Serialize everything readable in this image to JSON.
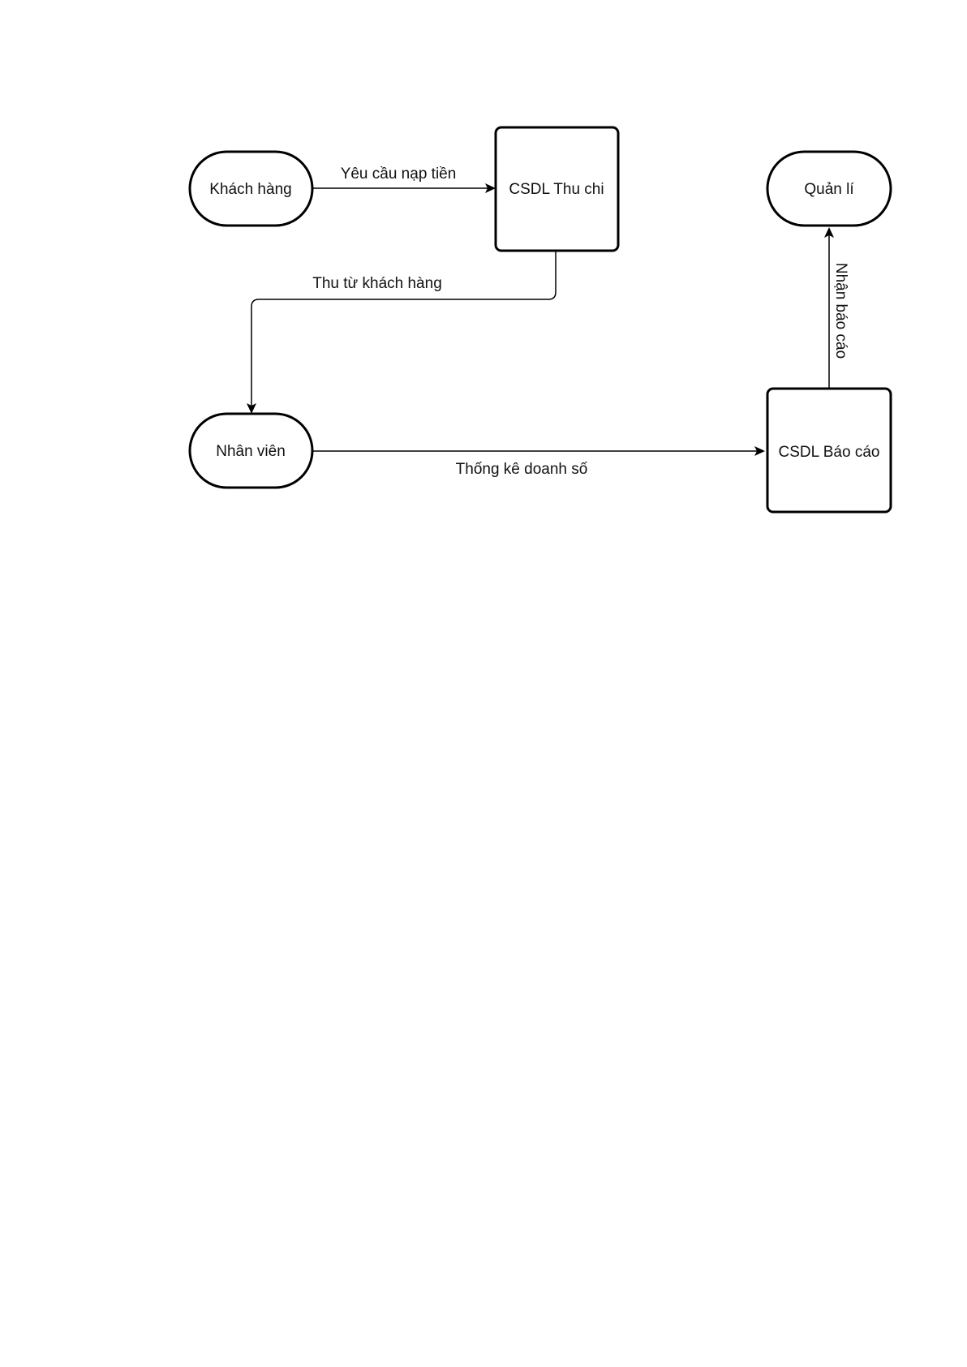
{
  "diagram": {
    "title": "",
    "nodes": {
      "khach_hang": {
        "label": "Khách hàng",
        "shape": "terminator"
      },
      "csdl_thu_chi": {
        "label": "CSDL Thu chi",
        "shape": "rounded-rect"
      },
      "quan_li": {
        "label": "Quản lí",
        "shape": "terminator"
      },
      "nhan_vien": {
        "label": "Nhân viên",
        "shape": "terminator"
      },
      "csdl_bao_cao": {
        "label": "CSDL Báo cáo",
        "shape": "rounded-rect"
      }
    },
    "edges": {
      "yeu_cau_nap_tien": {
        "label": "Yêu cầu nạp tiền",
        "from": "Khách hàng",
        "to": "CSDL Thu chi"
      },
      "thu_tu_khach_hang": {
        "label": "Thu từ khách hàng",
        "from": "CSDL Thu chi",
        "to": "Nhân viên"
      },
      "thong_ke_doanh_so": {
        "label": "Thống kê doanh số",
        "from": "Nhân viên",
        "to": "CSDL Báo cáo"
      },
      "nhan_bao_cao": {
        "label": "Nhận báo cáo",
        "from": "CSDL Báo cáo",
        "to": "Quản lí"
      }
    }
  }
}
